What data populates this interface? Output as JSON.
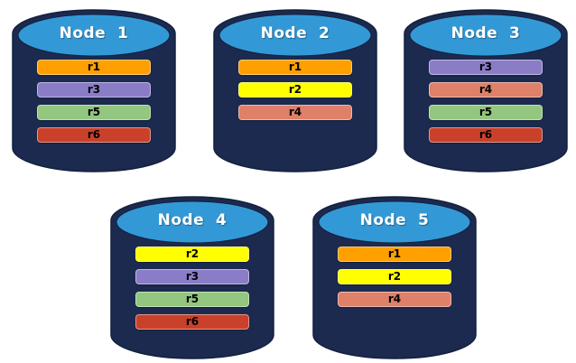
{
  "diagram": {
    "background": "#FFFFFF",
    "colors": {
      "cylinder_body": "#1B2A4E",
      "cylinder_top": "#3399D6",
      "cylinder_outline": "#13213F",
      "title_text": "#FFFFFF",
      "replica_text": "#000000"
    },
    "replica_colors": {
      "r1": "#FFA000",
      "r2": "#FFFF00",
      "r3": "#8B7CC8",
      "r4": "#DF8069",
      "r5": "#93C67E",
      "r6": "#C9412A"
    },
    "nodes": [
      {
        "title": "Node  1",
        "replicas": [
          "r1",
          "r3",
          "r5",
          "r6"
        ]
      },
      {
        "title": "Node  2",
        "replicas": [
          "r1",
          "r2",
          "r4"
        ]
      },
      {
        "title": "Node  3",
        "replicas": [
          "r3",
          "r4",
          "r5",
          "r6"
        ]
      },
      {
        "title": "Node  4",
        "replicas": [
          "r2",
          "r3",
          "r5",
          "r6"
        ]
      },
      {
        "title": "Node  5",
        "replicas": [
          "r1",
          "r2",
          "r4"
        ]
      }
    ]
  }
}
